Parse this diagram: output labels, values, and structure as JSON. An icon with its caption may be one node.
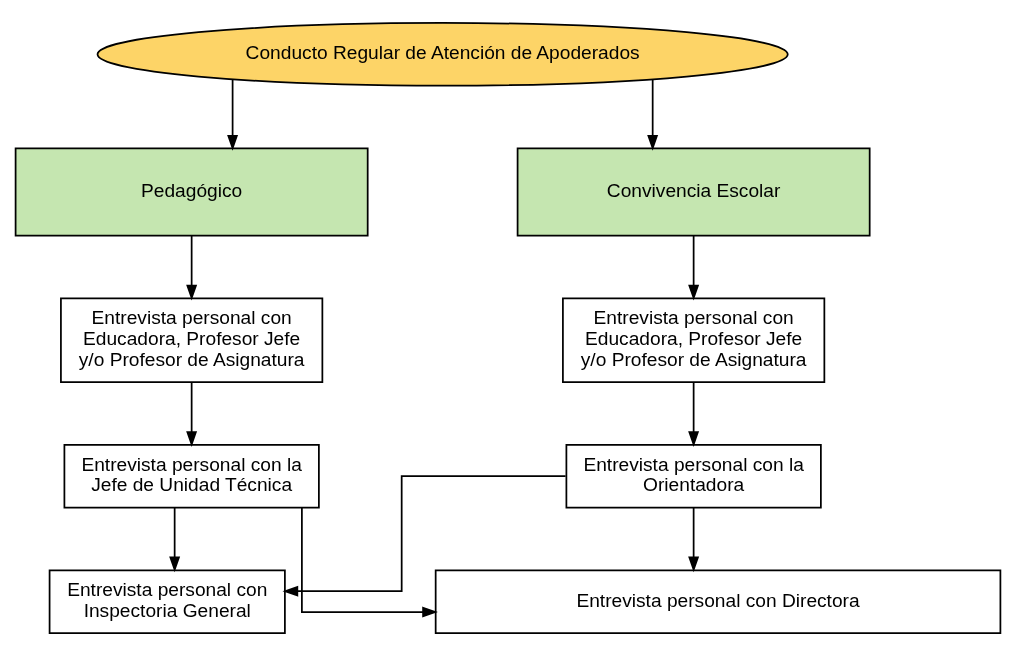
{
  "diagram": {
    "nodes": [
      {
        "text": [
          "Conducto Regular de Atención de Apoderados"
        ]
      },
      {
        "text": [
          "Pedagógico"
        ]
      },
      {
        "text": [
          "Convivencia Escolar"
        ]
      },
      {
        "text": [
          "Entrevista personal con Educadora, Profesor Jefe y/o Profesor de Asignatura"
        ]
      },
      {
        "text": [
          "Entrevista personal con la Jefe de Unidad Técnica"
        ]
      },
      {
        "text": [
          "Entrevista personal con Educadora, Profesor Jefe y/o Profesor de Asignatura"
        ]
      },
      {
        "text": [
          "Entrevista personal con la Orientadora"
        ]
      },
      {
        "text": [
          "Entrevista personal con Inspectoria General"
        ]
      },
      {
        "text": [
          "Entrevista personal con Directora"
        ]
      }
    ],
    "edges": [
      {
        "from": 0,
        "to": 1,
        "arrow": "to"
      },
      {
        "from": 0,
        "to": 2,
        "arrow": "to"
      },
      {
        "from": 1,
        "to": 3,
        "arrow": "to"
      },
      {
        "from": 3,
        "to": 4,
        "arrow": "to"
      },
      {
        "from": 2,
        "to": 5,
        "arrow": "to"
      },
      {
        "from": 5,
        "to": 6,
        "arrow": "to"
      },
      {
        "from": 4,
        "to": 7,
        "arrow": "to"
      },
      {
        "from": 4,
        "to": 8,
        "arrow": "to"
      },
      {
        "from": 6,
        "to": 7,
        "arrow": "to"
      },
      {
        "from": 6,
        "to": 8,
        "arrow": "to"
      }
    ]
  }
}
